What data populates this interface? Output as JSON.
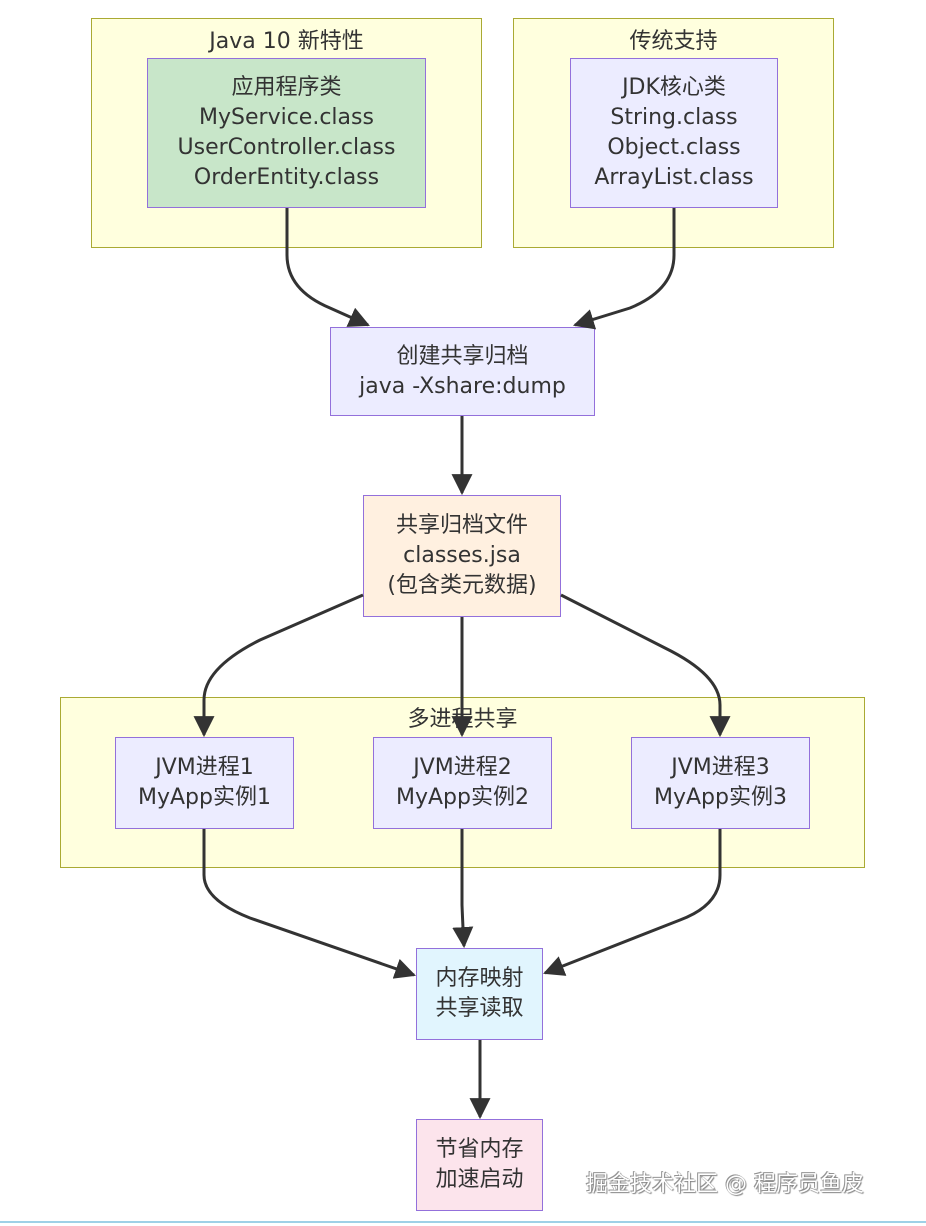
{
  "clusters": {
    "java10": {
      "title": "Java 10 新特性"
    },
    "legacy": {
      "title": "传统支持"
    },
    "multi": {
      "title": "多进程共享"
    }
  },
  "nodes": {
    "app_classes": {
      "lines": [
        "应用程序类",
        "MyService.class",
        "UserController.class",
        "OrderEntity.class"
      ],
      "fill": "#c8e6c9"
    },
    "jdk_classes": {
      "lines": [
        "JDK核心类",
        "String.class",
        "Object.class",
        "ArrayList.class"
      ],
      "fill": "#ececff"
    },
    "create_archive": {
      "lines": [
        "创建共享归档",
        "java -Xshare:dump"
      ],
      "fill": "#ececff"
    },
    "archive_file": {
      "lines": [
        "共享归档文件",
        "classes.jsa",
        "(包含类元数据)"
      ],
      "fill": "#fff0e0"
    },
    "jvm1": {
      "lines": [
        "JVM进程1",
        "MyApp实例1"
      ],
      "fill": "#ececff"
    },
    "jvm2": {
      "lines": [
        "JVM进程2",
        "MyApp实例2"
      ],
      "fill": "#ececff"
    },
    "jvm3": {
      "lines": [
        "JVM进程3",
        "MyApp实例3"
      ],
      "fill": "#ececff"
    },
    "mmap": {
      "lines": [
        "内存映射",
        "共享读取"
      ],
      "fill": "#e1f5fe"
    },
    "benefit": {
      "lines": [
        "节省内存",
        "加速启动"
      ],
      "fill": "#fce4ec"
    }
  },
  "edges": [
    {
      "from": "app_classes",
      "to": "create_archive"
    },
    {
      "from": "jdk_classes",
      "to": "create_archive"
    },
    {
      "from": "create_archive",
      "to": "archive_file"
    },
    {
      "from": "archive_file",
      "to": "jvm1"
    },
    {
      "from": "archive_file",
      "to": "jvm2"
    },
    {
      "from": "archive_file",
      "to": "jvm3"
    },
    {
      "from": "jvm1",
      "to": "mmap"
    },
    {
      "from": "jvm2",
      "to": "mmap"
    },
    {
      "from": "jvm3",
      "to": "mmap"
    },
    {
      "from": "mmap",
      "to": "benefit"
    }
  ],
  "watermark": "掘金技术社区 @ 程序员鱼皮",
  "colors": {
    "cluster_fill": "#ffffde",
    "cluster_border": "#aaaa33",
    "node_border": "#9370db",
    "edge": "#333333"
  }
}
